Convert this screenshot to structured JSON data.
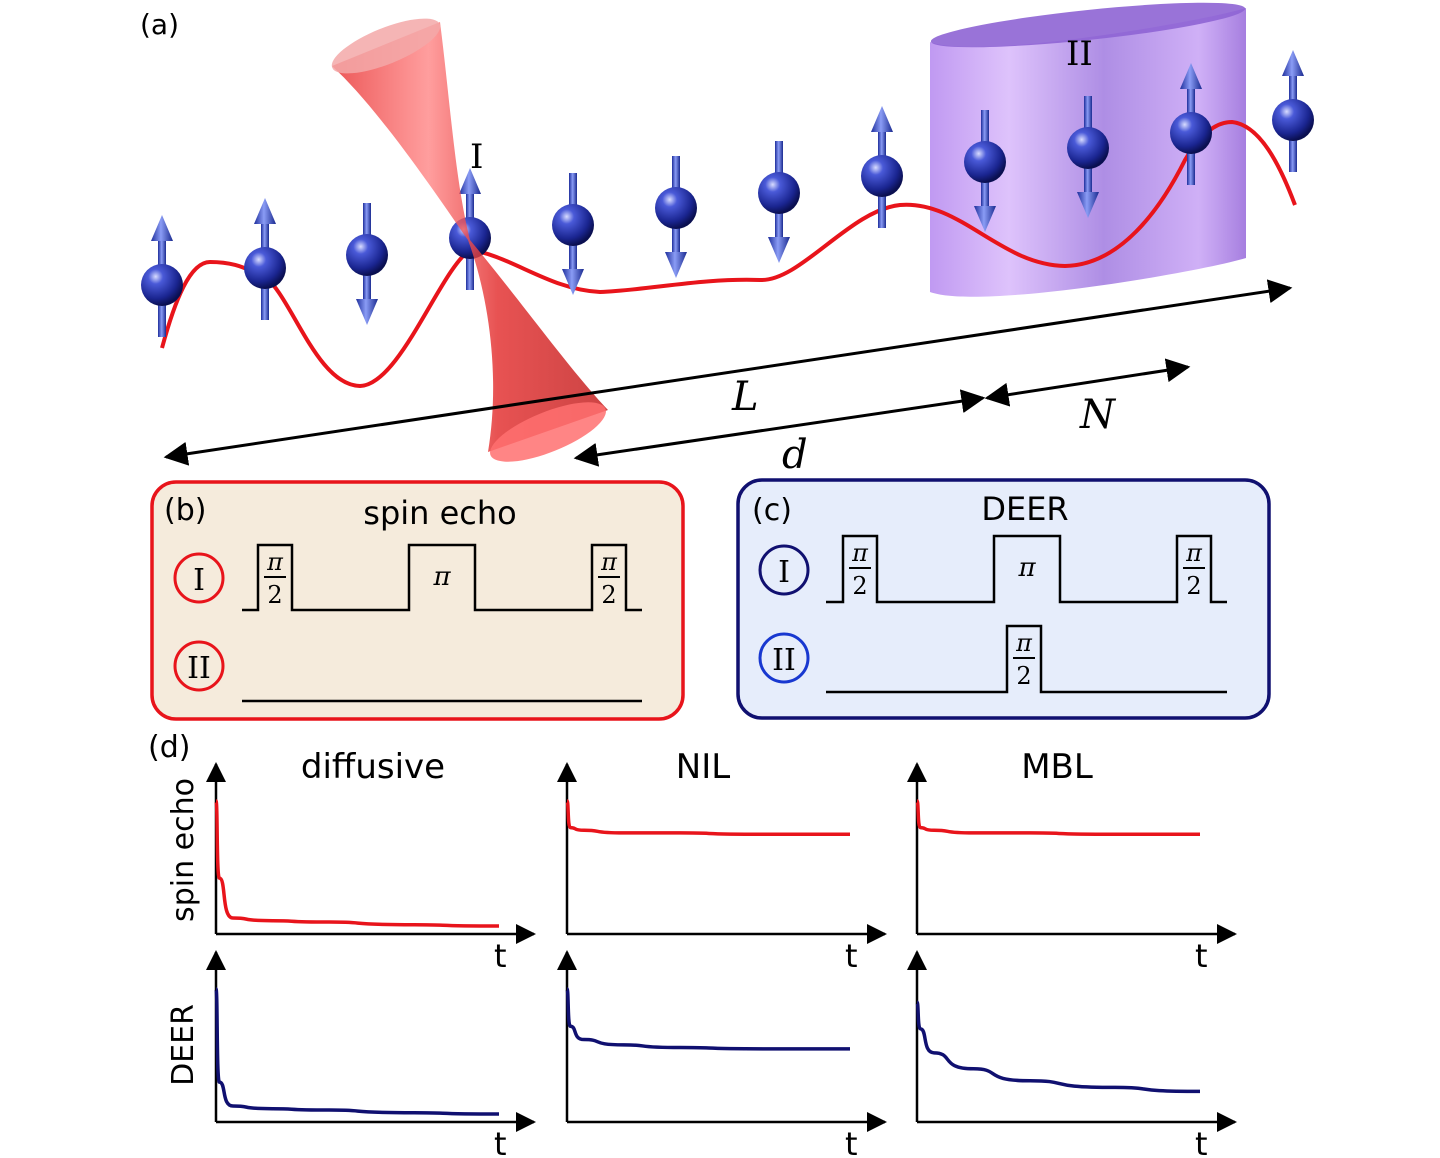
{
  "panel_a": {
    "label": "(a)",
    "region_I": "I",
    "region_II": "II",
    "length_L": "L",
    "length_d": "d",
    "length_N": "N",
    "spins": [
      "up",
      "up",
      "down",
      "up",
      "down",
      "down",
      "down",
      "up",
      "down",
      "down",
      "up",
      "up"
    ]
  },
  "panel_b": {
    "label": "(b)",
    "title": "spin echo",
    "row_I": "I",
    "row_II": "II",
    "pulse_pi": "π",
    "frac_num": "π",
    "frac_den": "2"
  },
  "panel_c": {
    "label": "(c)",
    "title": "DEER",
    "row_I": "I",
    "row_II": "II",
    "pulse_pi": "π",
    "frac_num": "π",
    "frac_den": "2"
  },
  "panel_d": {
    "label": "(d)",
    "col_titles": [
      "diffusive",
      "NIL",
      "MBL"
    ],
    "row_labels": [
      "spin echo",
      "DEER"
    ],
    "time_label": "t"
  },
  "colors": {
    "red": "#e8141b",
    "navy": "#101070",
    "purple": "#a070e0",
    "panel_b_bg": "#f5ebdc",
    "panel_c_bg": "#e6edfb",
    "spin_blue": "#2a3cb0"
  },
  "chart_data": [
    {
      "type": "line",
      "title": "diffusive",
      "ylabel": "spin echo",
      "xlabel": "t",
      "series": [
        {
          "values": [
            1.0,
            0.42,
            0.12,
            0.1,
            0.09,
            0.07,
            0.06
          ]
        }
      ]
    },
    {
      "type": "line",
      "title": "NIL",
      "ylabel": "spin echo",
      "xlabel": "t",
      "series": [
        {
          "values": [
            1.0,
            0.8,
            0.78,
            0.76,
            0.76,
            0.75,
            0.75
          ]
        }
      ]
    },
    {
      "type": "line",
      "title": "MBL",
      "ylabel": "spin echo",
      "xlabel": "t",
      "series": [
        {
          "values": [
            1.0,
            0.8,
            0.78,
            0.76,
            0.76,
            0.75,
            0.75
          ]
        }
      ]
    },
    {
      "type": "line",
      "title": "diffusive",
      "ylabel": "DEER",
      "xlabel": "t",
      "series": [
        {
          "values": [
            1.0,
            0.3,
            0.12,
            0.1,
            0.09,
            0.07,
            0.06
          ]
        }
      ]
    },
    {
      "type": "line",
      "title": "NIL",
      "ylabel": "DEER",
      "xlabel": "t",
      "series": [
        {
          "values": [
            1.0,
            0.72,
            0.62,
            0.58,
            0.56,
            0.55,
            0.55
          ]
        }
      ]
    },
    {
      "type": "line",
      "title": "MBL",
      "ylabel": "DEER",
      "xlabel": "t",
      "series": [
        {
          "values": [
            0.9,
            0.7,
            0.52,
            0.4,
            0.31,
            0.26,
            0.23
          ]
        }
      ]
    }
  ]
}
